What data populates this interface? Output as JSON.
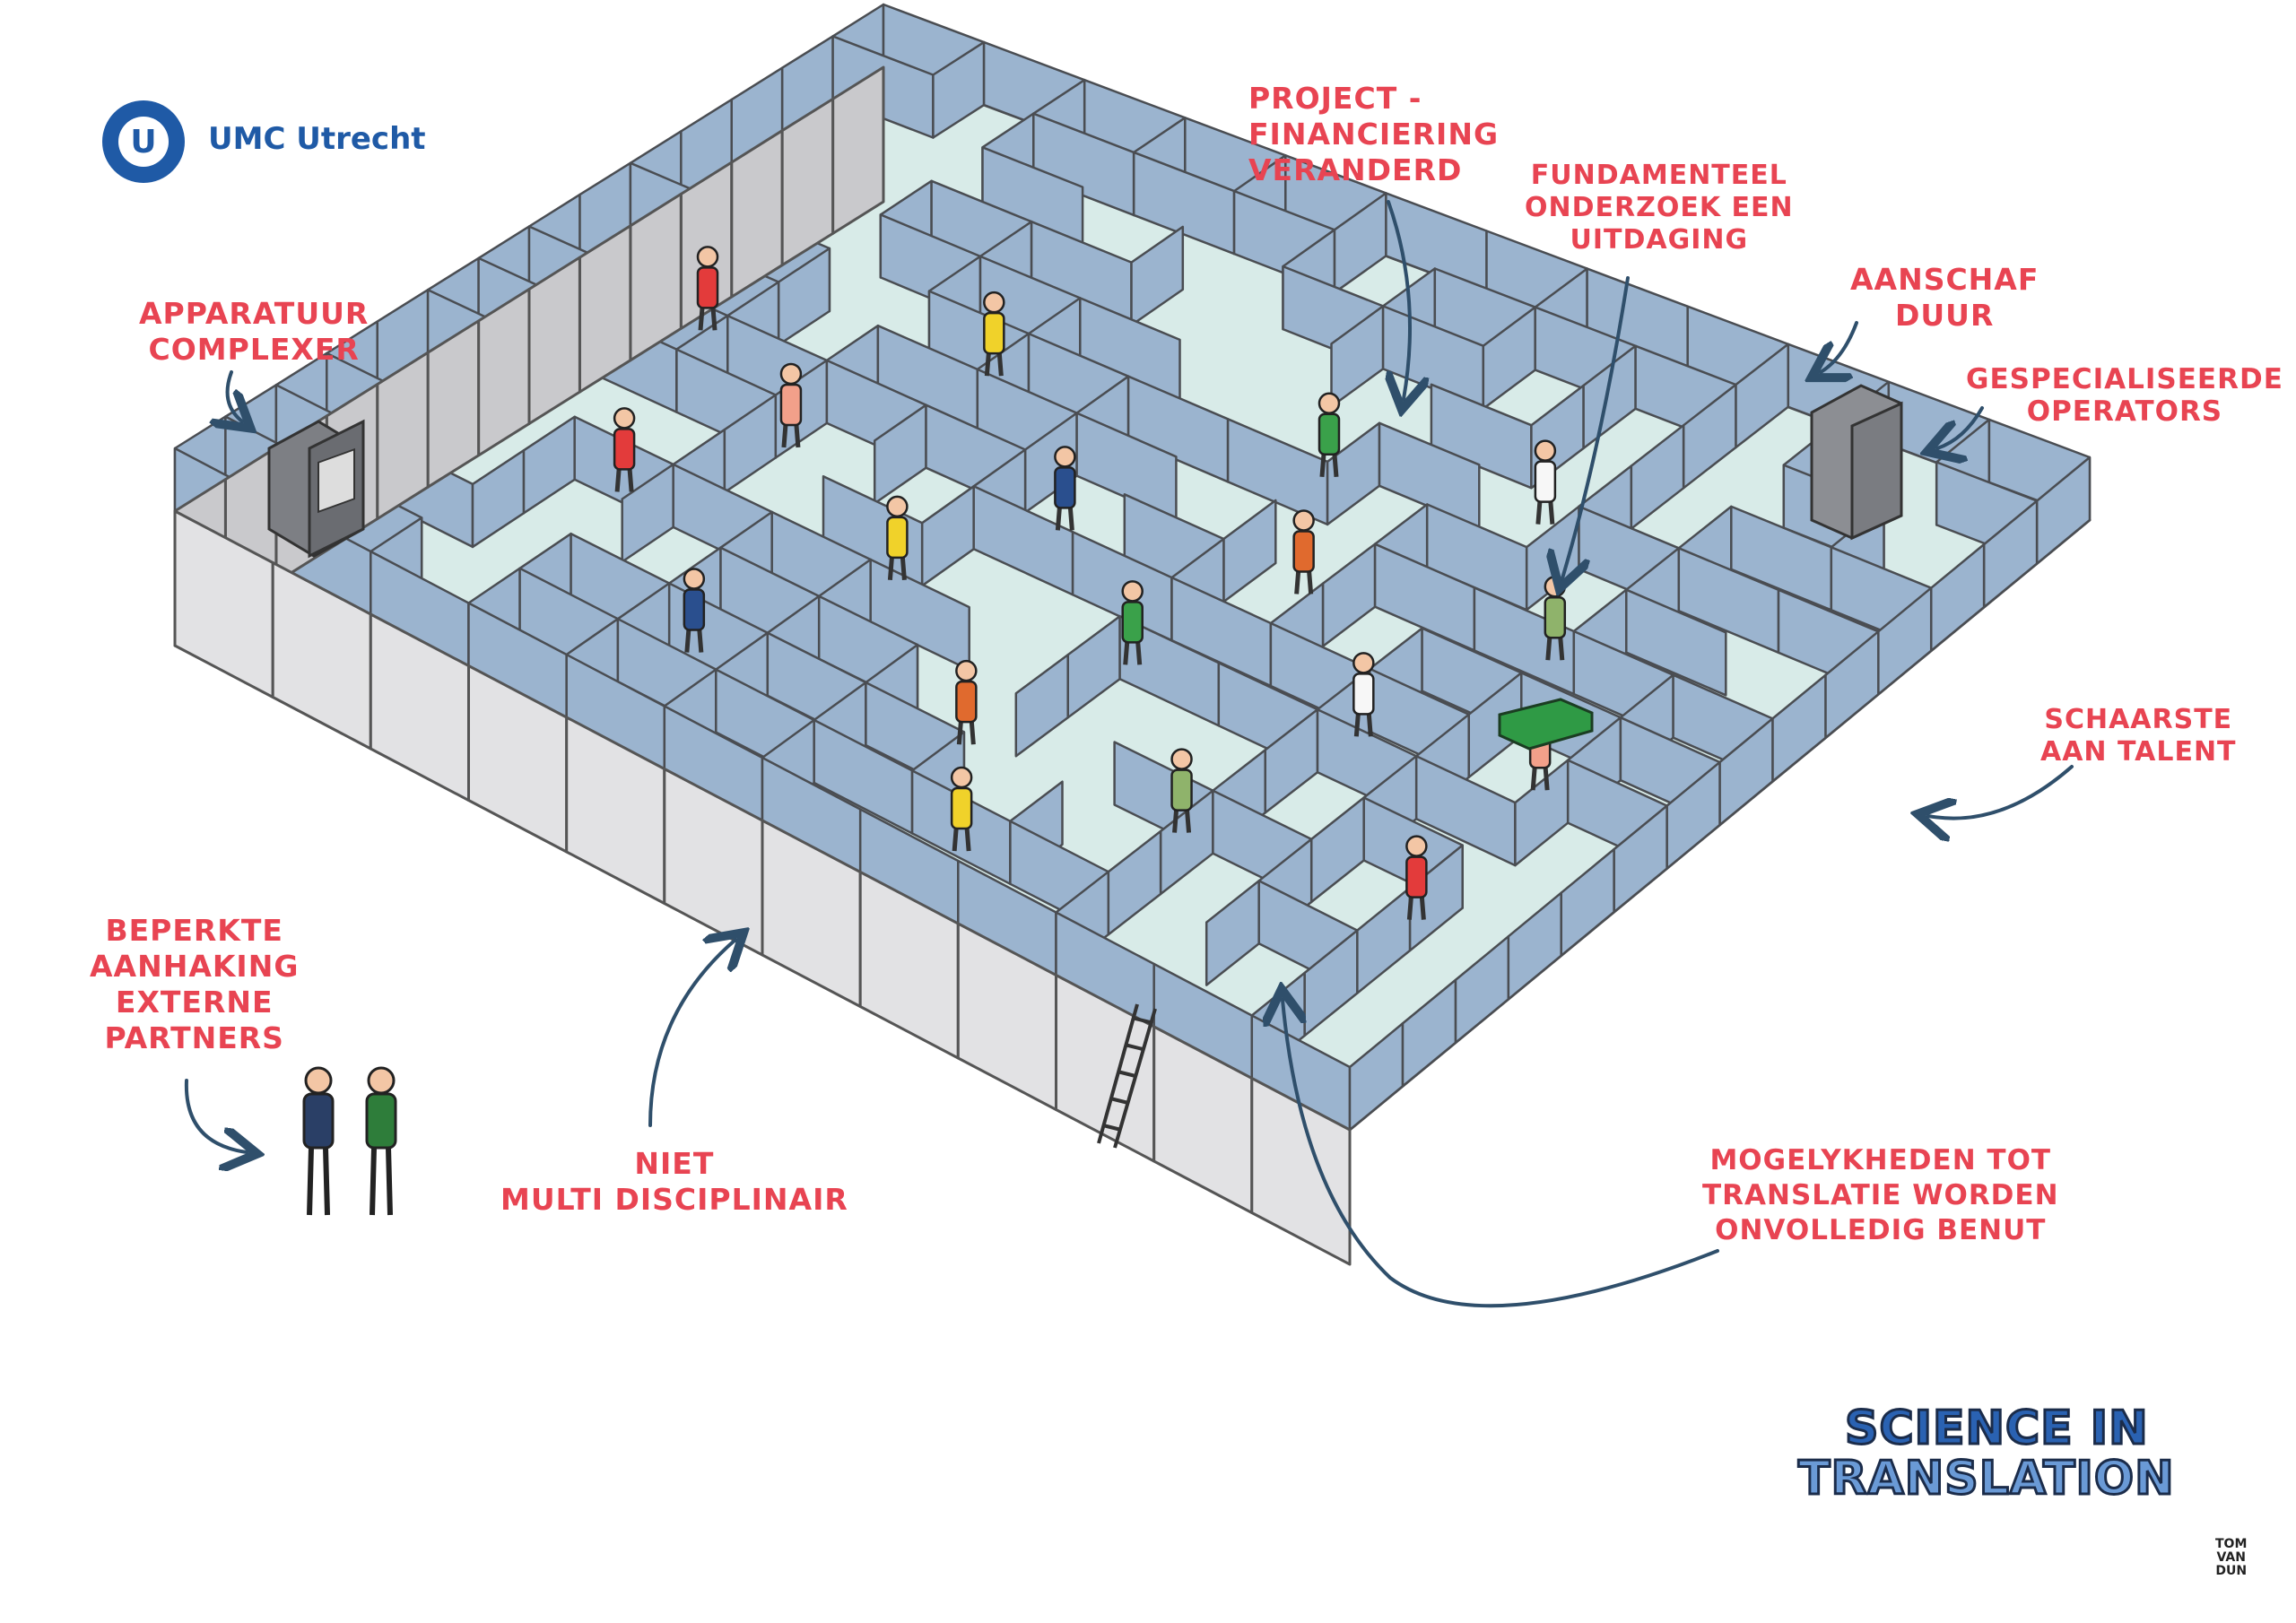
{
  "logo": {
    "text": "UMC Utrecht",
    "color": "#1f5aa6"
  },
  "labels": {
    "apparatuur": [
      "APPARATUUR",
      "COMPLEXER"
    ],
    "projectfin": [
      "PROJECT -",
      "FINANCIERING",
      "VERANDERD"
    ],
    "fundamenteel": [
      "FUNDAMENTEEL",
      "ONDERZOEK EEN",
      "UITDAGING"
    ],
    "aanschaf": [
      "AANSCHAF",
      "DUUR"
    ],
    "gespecialiseerde": [
      "GESPECIALISEERDE",
      "OPERATORS"
    ],
    "schaarste": [
      "SCHAARSTE",
      "AAN TALENT"
    ],
    "beperkte": [
      "BEPERKTE",
      "AANHAKING",
      "EXTERNE",
      "PARTNERS"
    ],
    "niet": [
      "NIET",
      "MULTI DISCIPLINAIR"
    ],
    "mogelijkheden": [
      "MOGELYKHEDEN  TOT",
      "TRANSLATIE  WORDEN",
      "ONVOLLEDIG  BENUT"
    ]
  },
  "title": {
    "line1": "SCIENCE IN",
    "line2": "TRANSLATION"
  },
  "signature": [
    "TOM",
    "VAN",
    "DUN"
  ],
  "colors": {
    "label": "#e84452",
    "arrow": "#2f4f6b",
    "floor": "#d8ebe8",
    "wall": "#9bb4cf",
    "outer_wall": "#c9c9cc"
  }
}
